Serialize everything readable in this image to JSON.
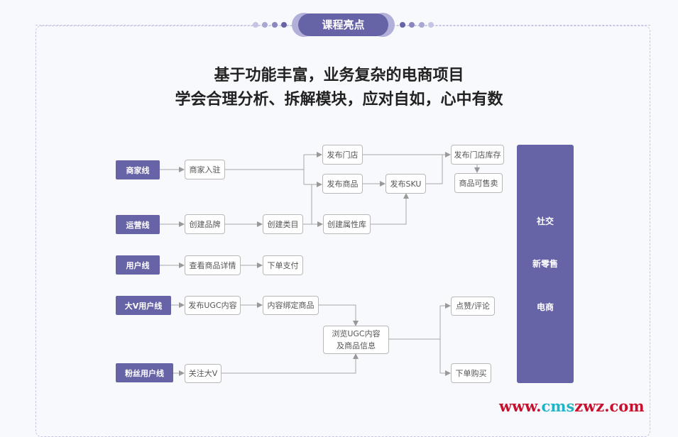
{
  "badge": {
    "label": "课程亮点"
  },
  "headline": {
    "line1": "基于功能丰富，业务复杂的电商项目",
    "line2": "学会合理分析、拆解模块，应对自如，心中有数"
  },
  "lanes": [
    "商家线",
    "运营线",
    "用户线",
    "大V用户线",
    "粉丝用户线"
  ],
  "nodes": {
    "merchant_join": "商家入驻",
    "create_brand": "创建品牌",
    "view_detail": "查看商品详情",
    "publish_ugc": "发布UGC内容",
    "follow_v": "关注大V",
    "create_category": "创建类目",
    "order_pay": "下单支付",
    "bind_goods": "内容绑定商品",
    "publish_store": "发布门店",
    "publish_goods": "发布商品",
    "create_attr": "创建属性库",
    "publish_sku": "发布SKU",
    "browse_ugc": "浏览UGC内容及商品信息",
    "store_stock": "发布门店库存",
    "goods_sellable": "商品可售卖",
    "like_comment": "点赞/评论",
    "order_buy": "下单购买"
  },
  "summary": [
    "社交",
    "新零售",
    "电商"
  ],
  "watermark": {
    "prefix": "www.",
    "mid": "cms",
    "suffix": "zwz.com"
  },
  "colors": {
    "accent": "#6663a6",
    "halo": "#b2b0d9",
    "line": "#a0a0a0"
  }
}
